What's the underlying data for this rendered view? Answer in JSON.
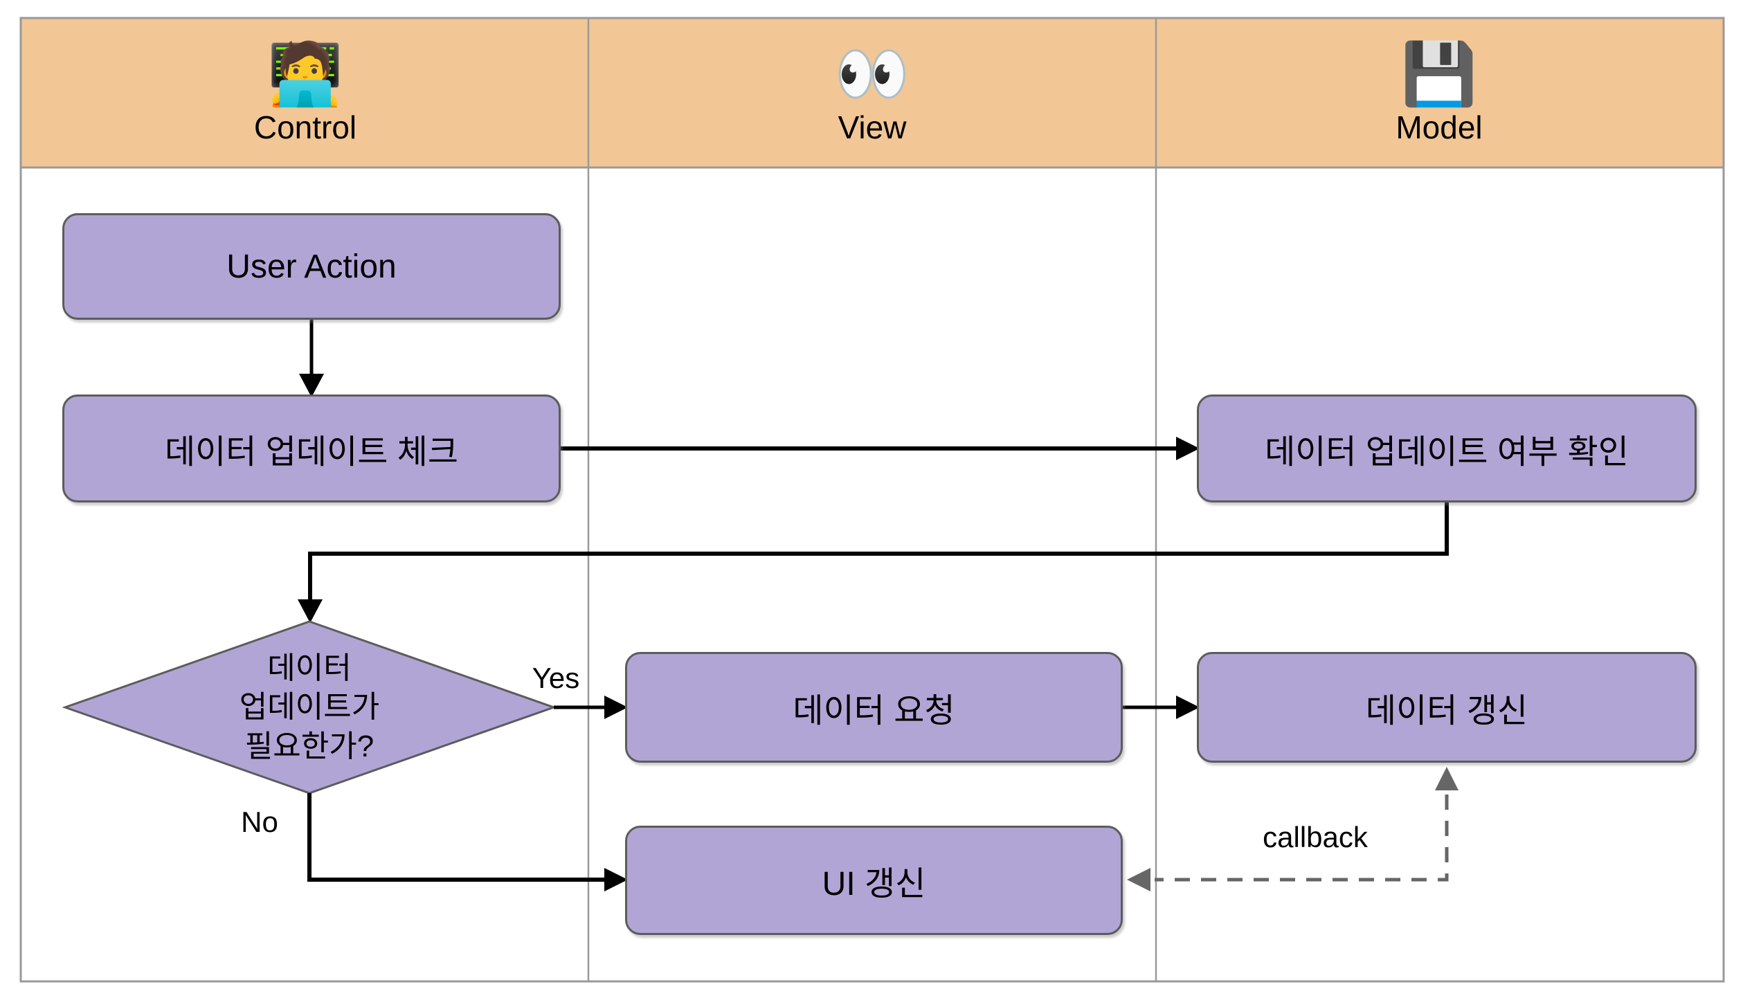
{
  "lanes": [
    {
      "id": "control",
      "emoji": "🧑‍💻",
      "emoji_name": "technologist-emoji",
      "label": "Control"
    },
    {
      "id": "view",
      "emoji": "👀",
      "emoji_name": "eyes-emoji",
      "label": "View"
    },
    {
      "id": "model",
      "emoji": "💾",
      "emoji_name": "floppy-disk-emoji",
      "label": "Model"
    }
  ],
  "nodes": {
    "user_action": "User Action",
    "check_update": "데이터 업데이트 체크",
    "confirm_update": "데이터 업데이트 여부 확인",
    "request_data": "데이터 요청",
    "refresh_data": "데이터 갱신",
    "refresh_ui": "UI 갱신"
  },
  "decision": {
    "line1": "데이터",
    "line2": "업데이트가",
    "line3": "필요한가?"
  },
  "edge_labels": {
    "yes": "Yes",
    "no": "No",
    "callback": "callback"
  },
  "colors": {
    "lane_header_bg": "#F2C795",
    "node_fill": "#B1A5D6",
    "node_border": "#5C5C5C",
    "frame_border": "#999999",
    "edge": "#000000",
    "dashed_edge": "#666666"
  }
}
